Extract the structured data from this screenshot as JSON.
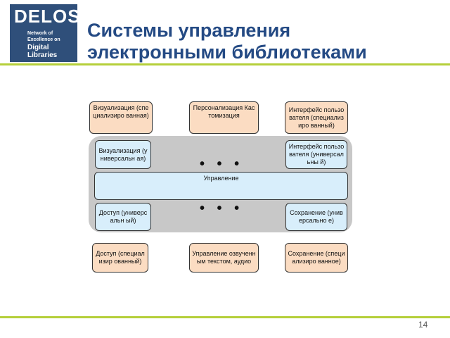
{
  "logo": {
    "word": "DELOS",
    "lines": [
      "Network of",
      "Excellence on",
      "Digital",
      "Libraries"
    ]
  },
  "title": {
    "line1": "Системы управления",
    "line2": "электронными библиотеками"
  },
  "diagram": {
    "top_row": [
      "Визуализация (специализиро ванная)",
      "Персонализация Кастомизация",
      "Интерфейс пользователя (специализиро ванный)"
    ],
    "core_upper": [
      "Визуализация (универсальн ая)",
      "Интерфейс пользователя (универсальны й)"
    ],
    "core_middle": "Управление",
    "core_lower": [
      "Доступ (универсальн ый)",
      "Сохранение (универсально е)"
    ],
    "bottom_row": [
      "Доступ (специализир ованный)",
      "Управление озвученным текстом, аудио",
      "Сохранение (специализиро ванное)"
    ],
    "ellipsis": "• • •"
  },
  "page_number": "14",
  "colors": {
    "title": "#244a84",
    "accent_rule": "#b5cf3a",
    "logo_bg": "#2f4f7a",
    "outer_box": "#fbdcc2",
    "core_box": "#d8eefb",
    "panel": "#c8c8c8"
  }
}
